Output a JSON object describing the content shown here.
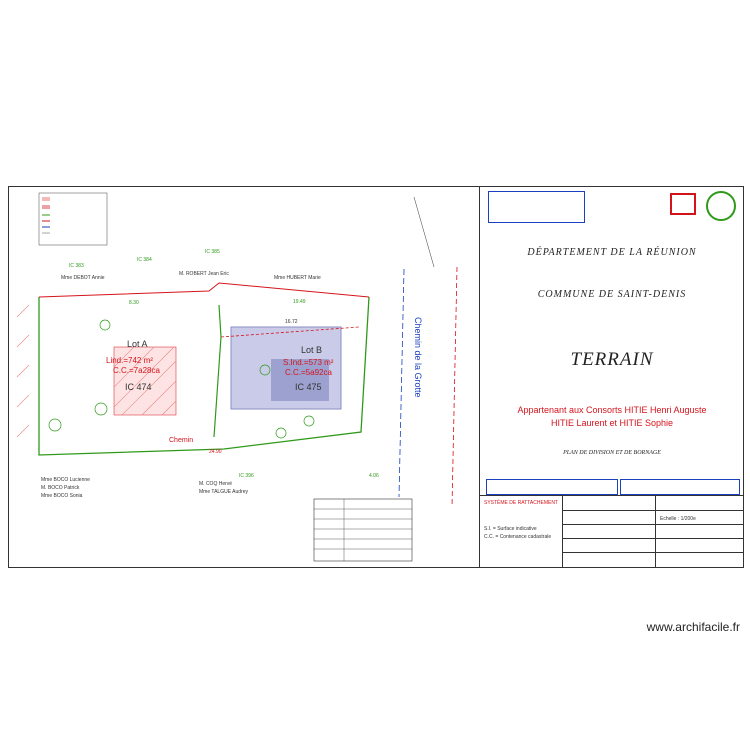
{
  "plan": {
    "lots": [
      {
        "name": "Lot A",
        "area": "Lind.=742 m²",
        "cc": "C.C.=7a28ca",
        "ic": "IC 474"
      },
      {
        "name": "Lot B",
        "area": "S.Ind.=573 m²",
        "cc": "C.C.=5a92ca",
        "ic": "IC 475"
      }
    ],
    "road": "Chemin de la Grotte",
    "path": "Chemin",
    "neighbors_top": [
      "Mme DEBOT Annie",
      "M. ROBERT Jean Eric",
      "Mme HUBERT Marie"
    ],
    "neighbors_bottom_left": [
      "Mme BOCO Lucienne",
      "M. BOCO Patrick",
      "Mme BOCO Sonia"
    ],
    "neighbors_bottom_center": [
      "M. COQ Hervé",
      "Mme TALGUE Audrey"
    ],
    "parcel_labels": [
      "IC 383",
      "IC 384",
      "IC 385",
      "IC 396"
    ],
    "measure_labels": [
      "24.90",
      "8.30",
      "4.06",
      "19.49",
      "16.72"
    ]
  },
  "title_block": {
    "departement": "DÉPARTEMENT DE LA RÉUNION",
    "commune": "COMMUNE DE SAINT-DENIS",
    "terrain": "TERRAIN",
    "owner_line1": "Appartenant aux Consorts HITIE Henri Auguste",
    "owner_line2": "HITIE Laurent et HITIE Sophie",
    "plan_title": "PLAN DE DIVISION ET DE BORNAGE",
    "legend_title": "SYSTÈME DE RATTACHEMENT",
    "legend_items": [
      "S.I. = Surface indicative",
      "C.C. = Contenance cadastrale"
    ],
    "scale": "Echelle : 1/200e"
  },
  "watermark": "www.archifacile.fr",
  "colors": {
    "green": "#2f9a1a",
    "red": "#d4141c",
    "blue": "#1a3fbf",
    "building": "#8a8ec4"
  }
}
